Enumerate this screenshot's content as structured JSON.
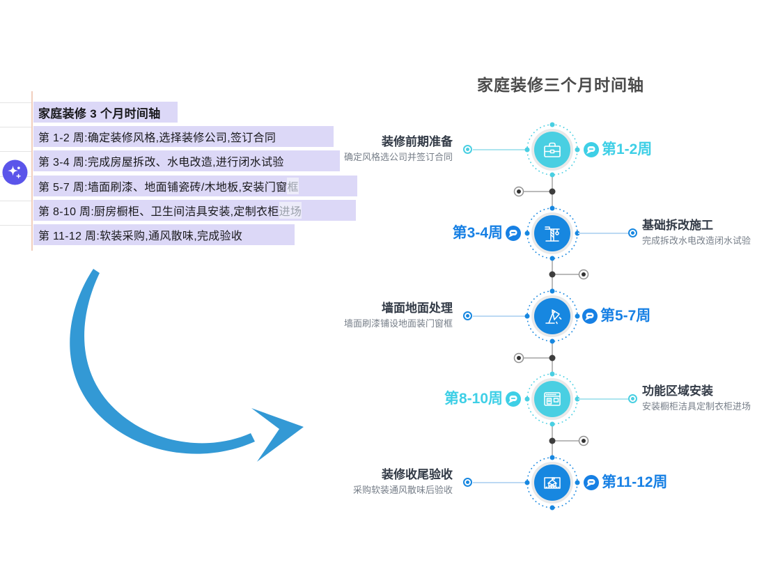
{
  "document": {
    "title": "家庭装修 3 个月时间轴",
    "lines": [
      {
        "text": "第 1-2 周:确定装修风格,选择装修公司,签订合同",
        "tail": ""
      },
      {
        "text": "第 3-4 周:完成房屋拆改、水电改造,进行闭水试验",
        "tail": ""
      },
      {
        "text": "第 5-7 周:墙面刷漆、地面铺瓷砖/木地板,安装门窗",
        "tail": "框"
      },
      {
        "text": "第 8-10 周:厨房橱柜、卫生间洁具安装,定制衣柜",
        "tail": "进场"
      },
      {
        "text": "第 11-12 周:软装采购,通风散味,完成验收",
        "tail": ""
      }
    ],
    "highlight_color": "#dcd8f7",
    "ai_badge_icon": "sparkle-icon",
    "ai_badge_color": "#5b55ea"
  },
  "arrow": {
    "icon": "curved-arrow-icon",
    "color": "#3399d5"
  },
  "timeline": {
    "title": "家庭装修三个月时间轴",
    "colors": {
      "cyan": "#49cfe2",
      "blue": "#1787e0",
      "week_cyan": "#3ecfe6",
      "week_blue": "#1780e4",
      "spine_gray": "#a3a3a3",
      "dark_dot": "#3d3d3d"
    },
    "nodes": [
      {
        "week": "第1-2周",
        "heading": "装修前期准备",
        "subtitle": "确定风格选公司并签订合同",
        "icon": "briefcase-icon",
        "color": "#49cfe2"
      },
      {
        "week": "第3-4周",
        "heading": "基础拆改施工",
        "subtitle": "完成拆改水电改造闭水试验",
        "icon": "crane-icon",
        "color": "#1787e0"
      },
      {
        "week": "第5-7周",
        "heading": "墙面地面处理",
        "subtitle": "墙面刷漆铺设地面装门窗框",
        "icon": "lamp-icon",
        "color": "#1787e0"
      },
      {
        "week": "第8-10周",
        "heading": "功能区域安装",
        "subtitle": "安装橱柜洁具定制衣柜进场",
        "icon": "cabinet-icon",
        "color": "#49cfe2"
      },
      {
        "week": "第11-12周",
        "heading": "装修收尾验收",
        "subtitle": "采购软装通风散味后验收",
        "icon": "blueprint-icon",
        "color": "#1787e0"
      }
    ]
  }
}
